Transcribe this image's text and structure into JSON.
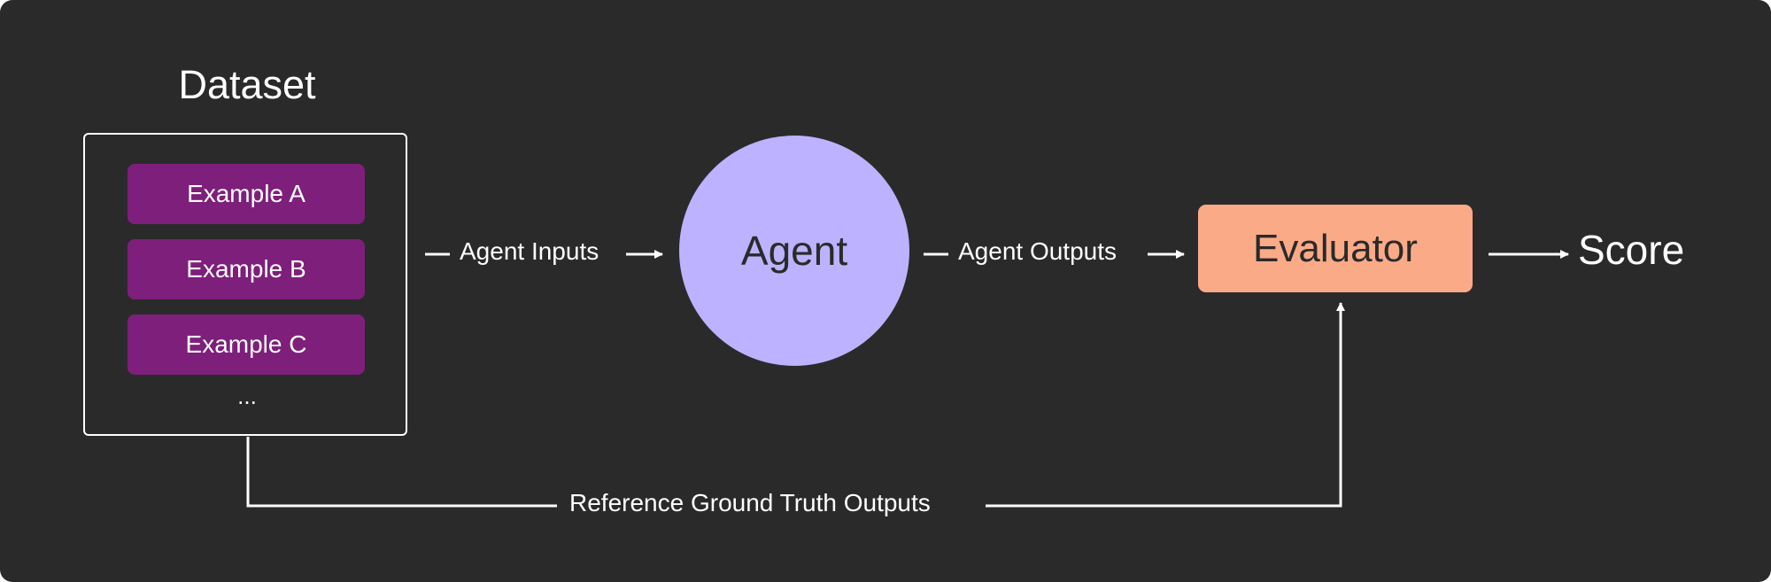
{
  "title": "Dataset",
  "examples": [
    "Example A",
    "Example B",
    "Example C"
  ],
  "ellipsis": "...",
  "agent_inputs_label": "Agent Inputs",
  "agent_label": "Agent",
  "agent_outputs_label": "Agent Outputs",
  "evaluator_label": "Evaluator",
  "score_label": "Score",
  "reference_label": "Reference Ground Truth Outputs",
  "colors": {
    "background": "#2a2a2a",
    "example": "#7e1f7b",
    "agent": "#bdb2ff",
    "evaluator": "#fbaa88",
    "line": "#ffffff"
  }
}
